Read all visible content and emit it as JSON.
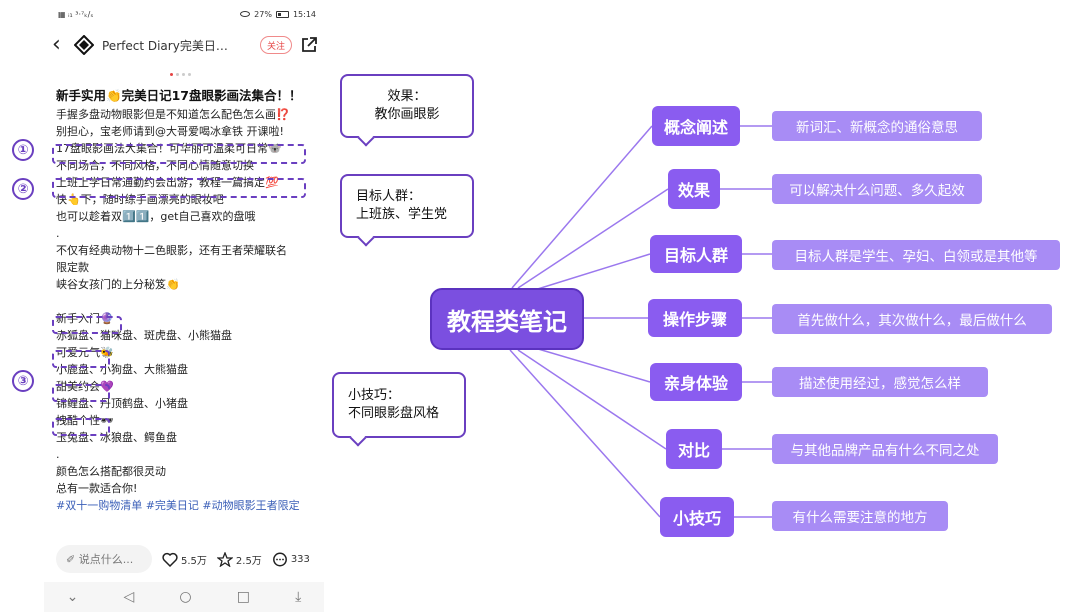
{
  "phone": {
    "status_left": "▦ ᵢ₁ ³·⁷ₖ/ₛ",
    "status_battery": "27%",
    "status_time": "15:14",
    "brand": "Perfect Diary完美日…",
    "follow_label": "关注",
    "post_title": "新手实用👏完美日记17盘眼影画法集合！！",
    "lines": [
      "手握多盘动物眼影但是不知道怎么配色怎么画⁉️",
      "别担心，宝老师请到@大哥爱喝冰拿铁 开课啦!",
      "17盘眼影画法大集合！可华丽可温柔可日常🐨",
      "不同场合，不同风格，不同心情随意切换",
      "上班上学日常通勤约会出游，教程一篇搞定💯",
      "快👆下，随时练手画漂亮的眼妆吧",
      "也可以趁着双1️⃣1️⃣，get自己喜欢的盘哦",
      ".",
      "不仅有经典动物十二色眼影，还有王者荣耀联名",
      "限定款",
      "峡谷女孩门的上分秘笈👏"
    ],
    "section_lines": [
      "新手入门🔮",
      "赤狐盘、猫咪盘、斑虎盘、小熊猫盘",
      "可爱元气🐝",
      "小鹿盘、小狗盘、大熊猫盘",
      "甜美约会💜",
      "锦鲤盘、丹顶鹤盘、小猪盘",
      "拽酷个性🕶",
      "玉兔盘、冰狼盘、鳄鱼盘"
    ],
    "closing_lines": [
      ".",
      "颜色怎么搭配都很灵动",
      "总有一款适合你!"
    ],
    "tags": "#双十一购物清单 #完美日记 #动物眼影王者限定",
    "comment_placeholder": "✐ 说点什么...",
    "likes": "5.5万",
    "stars": "2.5万",
    "comments": "333",
    "markers": [
      "①",
      "②",
      "③"
    ]
  },
  "callouts": {
    "effect": {
      "line1": "效果：",
      "line2": "教你画眼影"
    },
    "audience": {
      "line1": "目标人群：",
      "line2": "上班族、学生党"
    },
    "tips": {
      "line1": "小技巧：",
      "line2": "不同眼影盘风格"
    }
  },
  "mindmap": {
    "center": "教程类笔记",
    "nodes": [
      {
        "label": "概念阐述",
        "desc": "新词汇、新概念的通俗意思"
      },
      {
        "label": "效果",
        "desc": "可以解决什么问题、多久起效"
      },
      {
        "label": "目标人群",
        "desc": "目标人群是学生、孕妇、白领或是其他等"
      },
      {
        "label": "操作步骤",
        "desc": "首先做什么，其次做什么，最后做什么"
      },
      {
        "label": "亲身体验",
        "desc": "描述使用经过，感觉怎么样"
      },
      {
        "label": "对比",
        "desc": "与其他品牌产品有什么不同之处"
      },
      {
        "label": "小技巧",
        "desc": "有什么需要注意的地方"
      }
    ]
  },
  "colors": {
    "accent": "#7b4fe0",
    "node": "#8a5cf0",
    "desc": "#a88cf5",
    "dash": "#6a3fc0"
  }
}
